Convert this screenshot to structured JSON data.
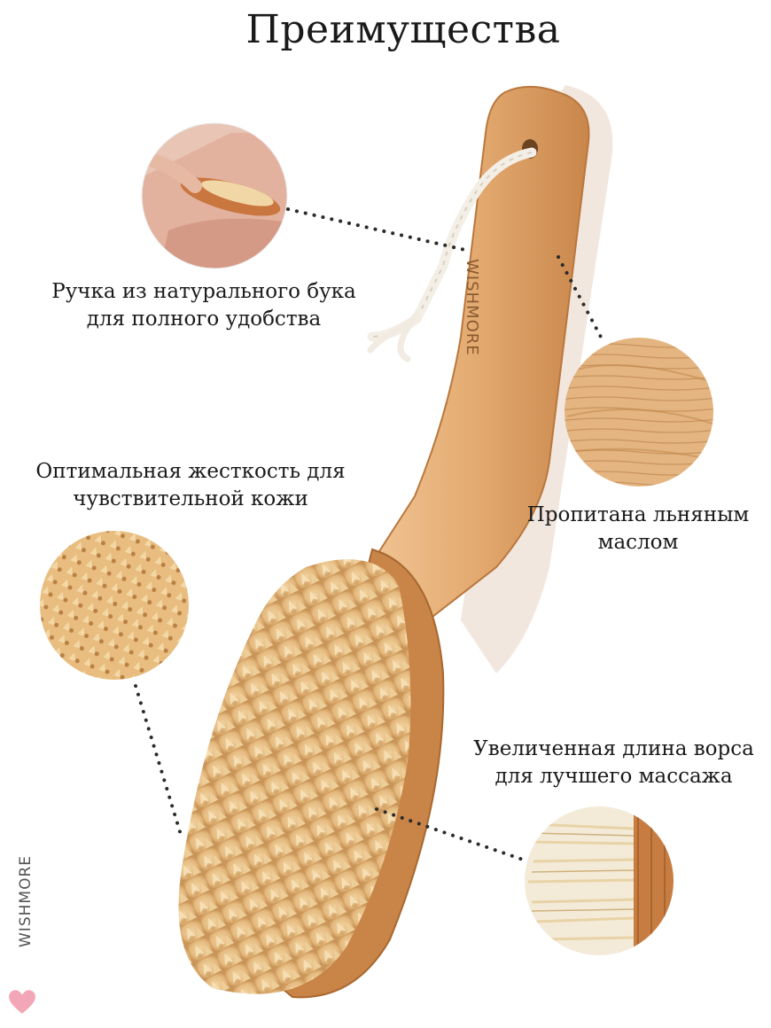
{
  "title": "Преимущества",
  "brand": "WISHMORE",
  "features": [
    {
      "line1": "Ручка из натурального бука",
      "line2": "для полного удобства"
    },
    {
      "line1": "Оптимальная жесткость для",
      "line2": "чувствительной кожи"
    },
    {
      "line1": "Пропитана льняным",
      "line2": "маслом"
    },
    {
      "line1": "Увеличенная длина ворса",
      "line2": "для лучшего массажа"
    }
  ],
  "colors": {
    "wood_light": "#e9b886",
    "wood_mid": "#d79a5f",
    "wood_dark": "#b97641",
    "bristle": "#e7c08b",
    "bristle_shadow": "#c99a5e",
    "dots": "#2b2b2b",
    "heart": "#f2a6b6"
  }
}
